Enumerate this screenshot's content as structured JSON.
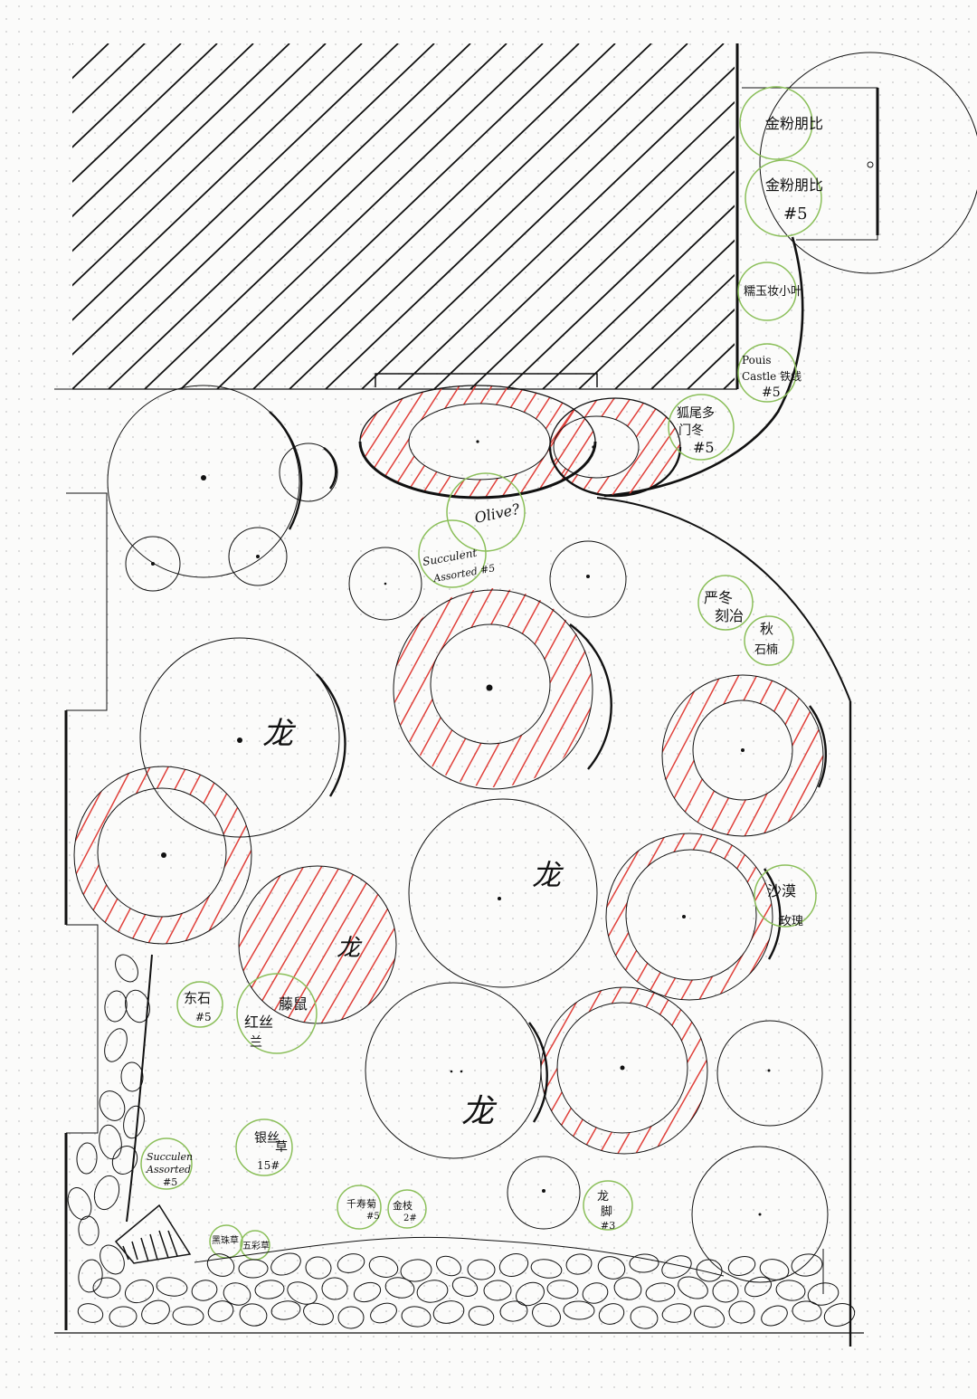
{
  "colors": {
    "ink": "#111111",
    "hatch_red": "#e0403a",
    "plant_green": "#8bbf5a",
    "paper": "#fbfbfa"
  },
  "labels": {
    "plant_1": "金粉朋比",
    "plant_2a": "金粉朋比",
    "plant_2b": "#5",
    "plant_3": "糯玉妆小叶",
    "plant_4a": "Pouis",
    "plant_4b": "Castle 铁线",
    "plant_4c": "#5",
    "plant_5a": "狐尾多",
    "plant_5b": "门冬",
    "plant_5c": "#5",
    "olive": "Olive?",
    "succulent_top_a": "Succulent",
    "succulent_top_b": "Assorted #5",
    "plant_6a": "严冬",
    "plant_6b": "刻冶",
    "plant_7a": "秋",
    "plant_7b": "石楠",
    "tree_a": "龙",
    "tree_b": "龙",
    "tree_c": "龙",
    "tree_d": "龙",
    "plant_8a": "沙漠",
    "plant_8b": "玫瑰",
    "plant_9a": "东石",
    "plant_9b": "#5",
    "plant_10a": "红丝",
    "plant_10b": "兰",
    "plant_10c": "藤鼠",
    "plant_11a": "银丝",
    "plant_11b": "草",
    "plant_11c": "15#",
    "succulent_bottom_a": "Succulen",
    "succulent_bottom_b": "Assorted",
    "succulent_bottom_c": "#5",
    "plant_12a": "千寿菊",
    "plant_12b": "#5",
    "plant_13a": "金枝",
    "plant_13b": "2#",
    "plant_14a": "龙",
    "plant_14b": "脚",
    "plant_14c": "#3",
    "plant_15": "黑珠草",
    "plant_16": "五彩草"
  }
}
